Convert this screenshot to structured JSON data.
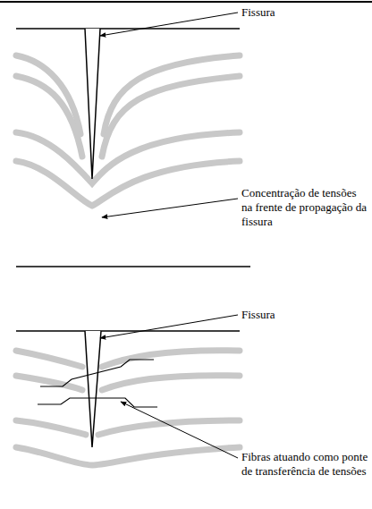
{
  "diagram": {
    "labels": [
      "Fissura",
      "Concentração de tensões na frente de propagação da fissura",
      "Fissura",
      "Fibras atuando como ponte de transferência de tensões"
    ]
  }
}
